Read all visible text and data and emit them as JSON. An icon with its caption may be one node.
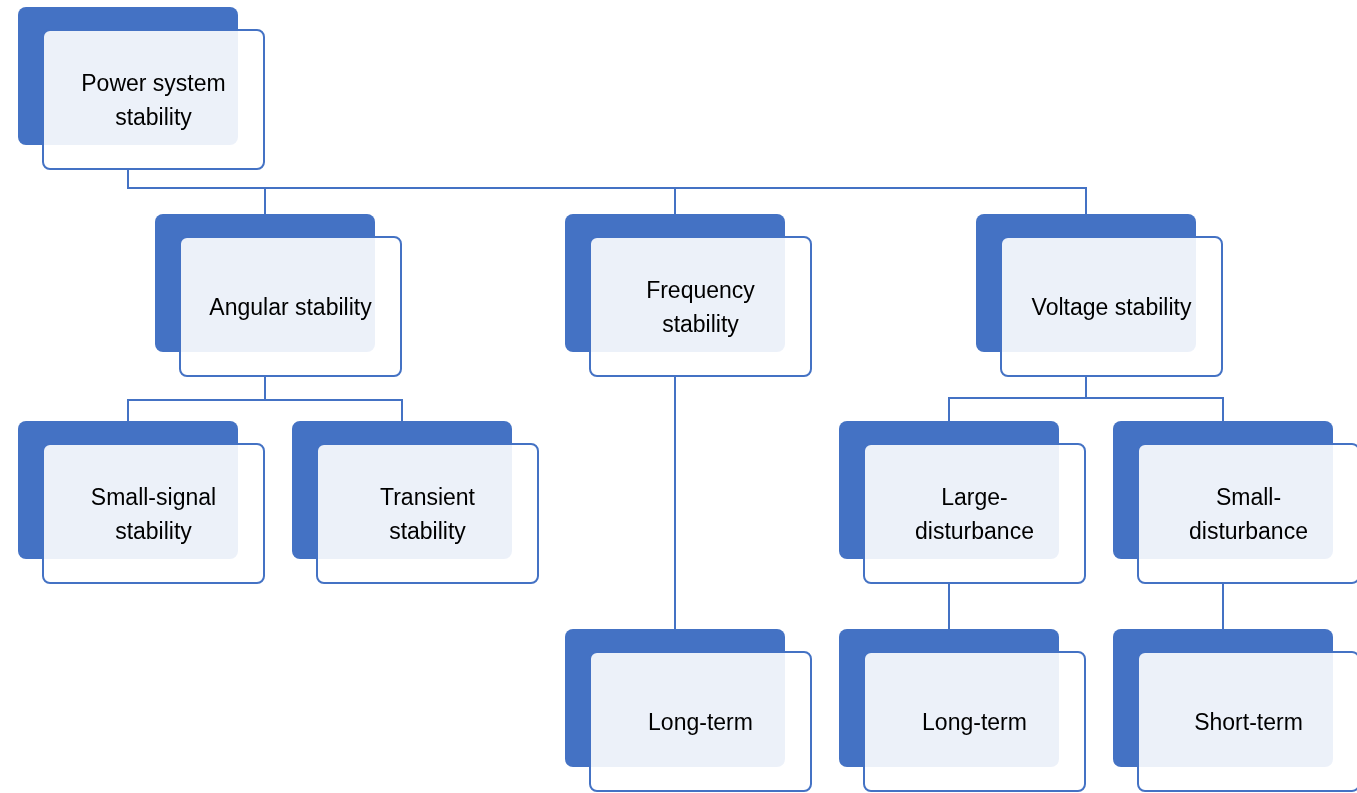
{
  "diagram": {
    "nodes": [
      {
        "text": [
          "Power system stability"
        ]
      },
      {
        "text": [
          "Angular stability"
        ]
      },
      {
        "text": [
          "Frequency stability"
        ]
      },
      {
        "text": [
          "Voltage stability"
        ]
      },
      {
        "text": [
          "Small-signal stability"
        ]
      },
      {
        "text": [
          "Transient stability"
        ]
      },
      {
        "text": [
          "Long-term"
        ]
      },
      {
        "text": [
          "Large-disturbance"
        ]
      },
      {
        "text": [
          "Small-disturbance"
        ]
      },
      {
        "text": [
          "Long-term"
        ]
      },
      {
        "text": [
          "Short-term"
        ]
      }
    ],
    "edges": [
      {
        "from": 0,
        "to": 1,
        "arrow": "none"
      },
      {
        "from": 0,
        "to": 2,
        "arrow": "none"
      },
      {
        "from": 0,
        "to": 3,
        "arrow": "none"
      },
      {
        "from": 1,
        "to": 4,
        "arrow": "none"
      },
      {
        "from": 1,
        "to": 5,
        "arrow": "none"
      },
      {
        "from": 2,
        "to": 6,
        "arrow": "none"
      },
      {
        "from": 3,
        "to": 7,
        "arrow": "none"
      },
      {
        "from": 3,
        "to": 8,
        "arrow": "none"
      },
      {
        "from": 7,
        "to": 9,
        "arrow": "none"
      },
      {
        "from": 8,
        "to": 10,
        "arrow": "none"
      }
    ]
  }
}
